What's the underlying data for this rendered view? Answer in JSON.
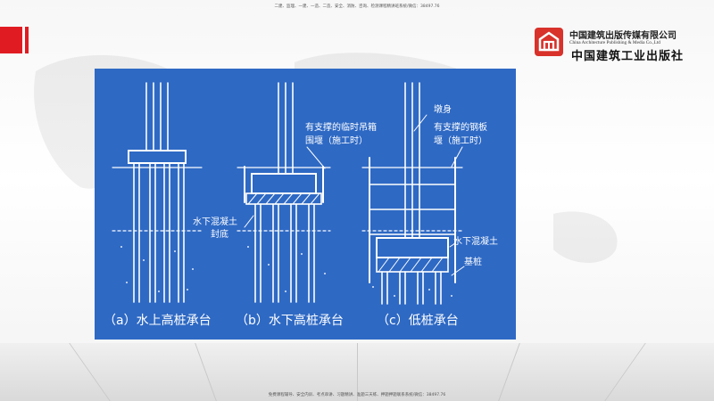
{
  "header_note": "二建、监理、一建、一造、二造、安全、消防、咨询、检测课程精讲班系统/微信：38497.76",
  "footer_note": "免费课程辅导、安全内训、考点串讲、习题精讲、准题三天练、押题押题联系系统/微信：38497.76",
  "publisher": {
    "name_cn": "中国建筑出版传媒有限公司",
    "name_en": "China Architecture Publishing & Media Co.,Ltd",
    "name_calligraphy": "中国建筑工业出版社"
  },
  "figure": {
    "labels": {
      "temp_box_line1": "有支撑的临时吊箱",
      "temp_box_line2": "围堰（施工时）",
      "pier": "墩身",
      "steel_cofferdam_line1": "有支撑的钢板",
      "steel_cofferdam_line2": "堰（施工时）",
      "underwater_concrete_b_line1": "水下混凝土",
      "underwater_concrete_b_line2": "封底",
      "underwater_concrete_c": "水下混凝土",
      "foundation_pile": "基桩"
    },
    "captions": [
      "（a）水上高桩承台",
      "（b）水下高桩承台",
      "（c）低桩承台"
    ]
  }
}
